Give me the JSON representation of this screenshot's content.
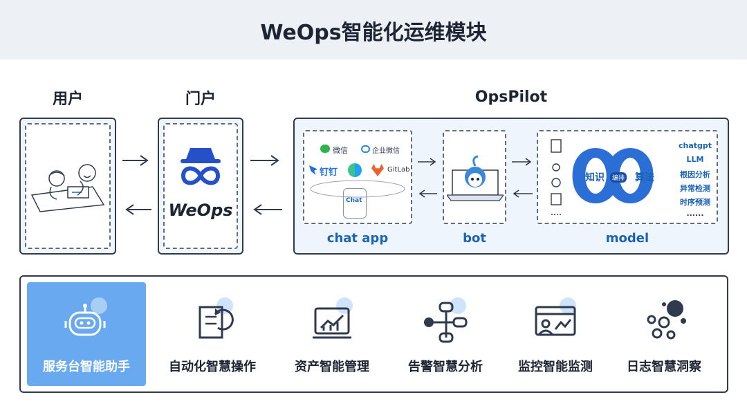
{
  "page": {
    "title": "WeOps智能化运维模块"
  },
  "sections": {
    "user": "用户",
    "portal": "门户",
    "opspilot": "OpsPilot"
  },
  "portal_logo_text": "WeOps",
  "opspilot": {
    "chat_app_label": "chat app",
    "bot_label": "bot",
    "model_label": "model",
    "apps": {
      "wechat": "微信",
      "wecom": "企业微信",
      "dingtalk": "钉钉",
      "gitlab": "GitLab",
      "chat": "Chat"
    },
    "infinity": {
      "left": "知识",
      "right": "算法",
      "center": "编排"
    },
    "model_list": [
      "chatgpt",
      "LLM",
      "根因分析",
      "异常检测",
      "时序预测",
      "......"
    ]
  },
  "features": [
    {
      "label": "服务台智能助手",
      "icon": "robot-icon",
      "active": true
    },
    {
      "label": "自动化智慧操作",
      "icon": "automation-icon",
      "active": false
    },
    {
      "label": "资产智能管理",
      "icon": "asset-chart-icon",
      "active": false
    },
    {
      "label": "告警智慧分析",
      "icon": "alert-flow-icon",
      "active": false
    },
    {
      "label": "监控智能监测",
      "icon": "monitor-icon",
      "active": false
    },
    {
      "label": "日志智慧洞察",
      "icon": "log-bubbles-icon",
      "active": false
    }
  ],
  "colors": {
    "accent": "#1a62b5",
    "active_feature": "#68a9f0",
    "panel_bg": "#eef5fc",
    "border": "#2f3a4f"
  }
}
